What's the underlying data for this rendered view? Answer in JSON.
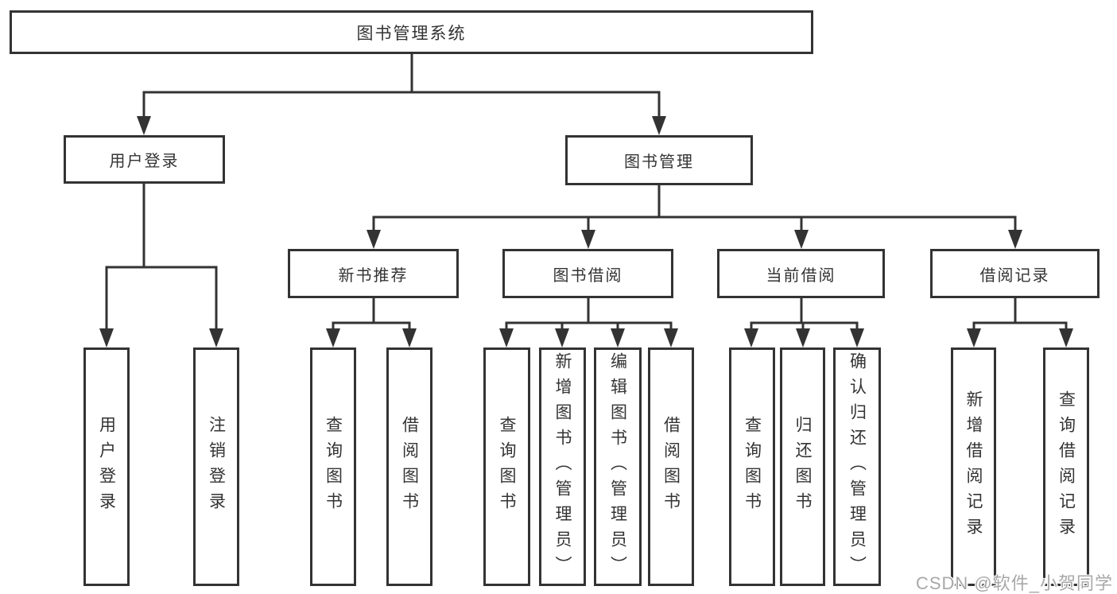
{
  "diagram": {
    "root": {
      "label": "图书管理系统"
    },
    "branches": [
      {
        "label": "用户登录",
        "children": [
          {
            "label": "用户登录"
          },
          {
            "label": "注销登录"
          }
        ]
      },
      {
        "label": "图书管理",
        "children": [
          {
            "label": "新书推荐",
            "children": [
              {
                "label": "查询图书"
              },
              {
                "label": "借阅图书"
              }
            ]
          },
          {
            "label": "图书借阅",
            "children": [
              {
                "label": "查询图书"
              },
              {
                "label": "新增图书（管理员）"
              },
              {
                "label": "编辑图书（管理员）"
              },
              {
                "label": "借阅图书"
              }
            ]
          },
          {
            "label": "当前借阅",
            "children": [
              {
                "label": "查询图书"
              },
              {
                "label": "归还图书"
              },
              {
                "label": "确认归还（管理员）"
              }
            ]
          },
          {
            "label": "借阅记录",
            "children": [
              {
                "label": "新增借阅记录"
              },
              {
                "label": "查询借阅记录"
              }
            ]
          }
        ]
      }
    ],
    "watermark": "CSDN @软件_小贺同学",
    "colors": {
      "line": "#333333",
      "box_border": "#333333",
      "text": "#333333",
      "watermark_text": "#a8a8a8",
      "background": "#ffffff"
    }
  }
}
